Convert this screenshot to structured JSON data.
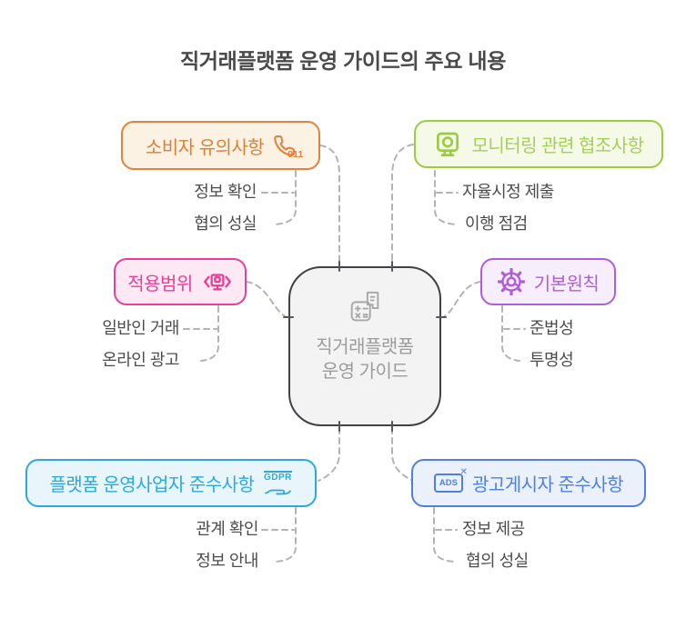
{
  "title": "직거래플랫폼 운영 가이드의 주요 내용",
  "center": {
    "label": "직거래플랫폼 운영 가이드",
    "icon": "calculator-receipt-icon"
  },
  "branches": [
    {
      "id": "consumer",
      "label": "소비자 유의사항",
      "icon": "phone-911-icon",
      "icon_label": "911",
      "accent": "#DD7E35",
      "border": "#E2823B",
      "bg": "#FCF2E4",
      "side": "top-left",
      "items": [
        "정보 확인",
        "협의 성실"
      ]
    },
    {
      "id": "monitoring",
      "label": "모니터링 관련 협조사항",
      "icon": "monitor-icon",
      "icon_label": "",
      "accent": "#9BCB43",
      "border": "#9BCB43",
      "bg": "#F5FAE8",
      "side": "top-right",
      "items": [
        "자율시정 제출",
        "이행 점검"
      ]
    },
    {
      "id": "scope",
      "label": "적용범위",
      "icon": "code-screen-icon",
      "icon_label": "",
      "accent": "#EE3D97",
      "border": "#EE3D97",
      "bg": "#FCE9F4",
      "side": "mid-left",
      "items": [
        "일반인 거래",
        "온라인 광고"
      ]
    },
    {
      "id": "principles",
      "label": "기본원칙",
      "icon": "gear-icon",
      "icon_label": "",
      "accent": "#B35BDC",
      "border": "#B35BDC",
      "bg": "#F7EEFB",
      "side": "mid-right",
      "items": [
        "준법성",
        "투명성"
      ]
    },
    {
      "id": "platform",
      "label": "플랫폼 운영사업자 준수사항",
      "icon": "gdpr-hand-icon",
      "icon_label": "GDPR",
      "accent": "#29A9E0",
      "border": "#29A9E0",
      "bg": "#E8F6FC",
      "side": "bottom-left",
      "items": [
        "관계 확인",
        "정보 안내"
      ]
    },
    {
      "id": "advertiser",
      "label": "광고게시자 준수사항",
      "icon": "ads-icon",
      "icon_label": "ADS",
      "icon_close": "✕",
      "accent": "#4E7FE1",
      "border": "#4E7FE1",
      "bg": "#EBF1FB",
      "side": "bottom-right",
      "items": [
        "정보 제공",
        "협의 성실"
      ]
    }
  ],
  "style": {
    "connector_color": "#B3B3B3",
    "center_border": "#3F4145",
    "center_bg": "#F3F3F3",
    "center_text": "#9C9C9C",
    "title_color": "#4A4A4A",
    "item_color": "#4C4C4C"
  }
}
